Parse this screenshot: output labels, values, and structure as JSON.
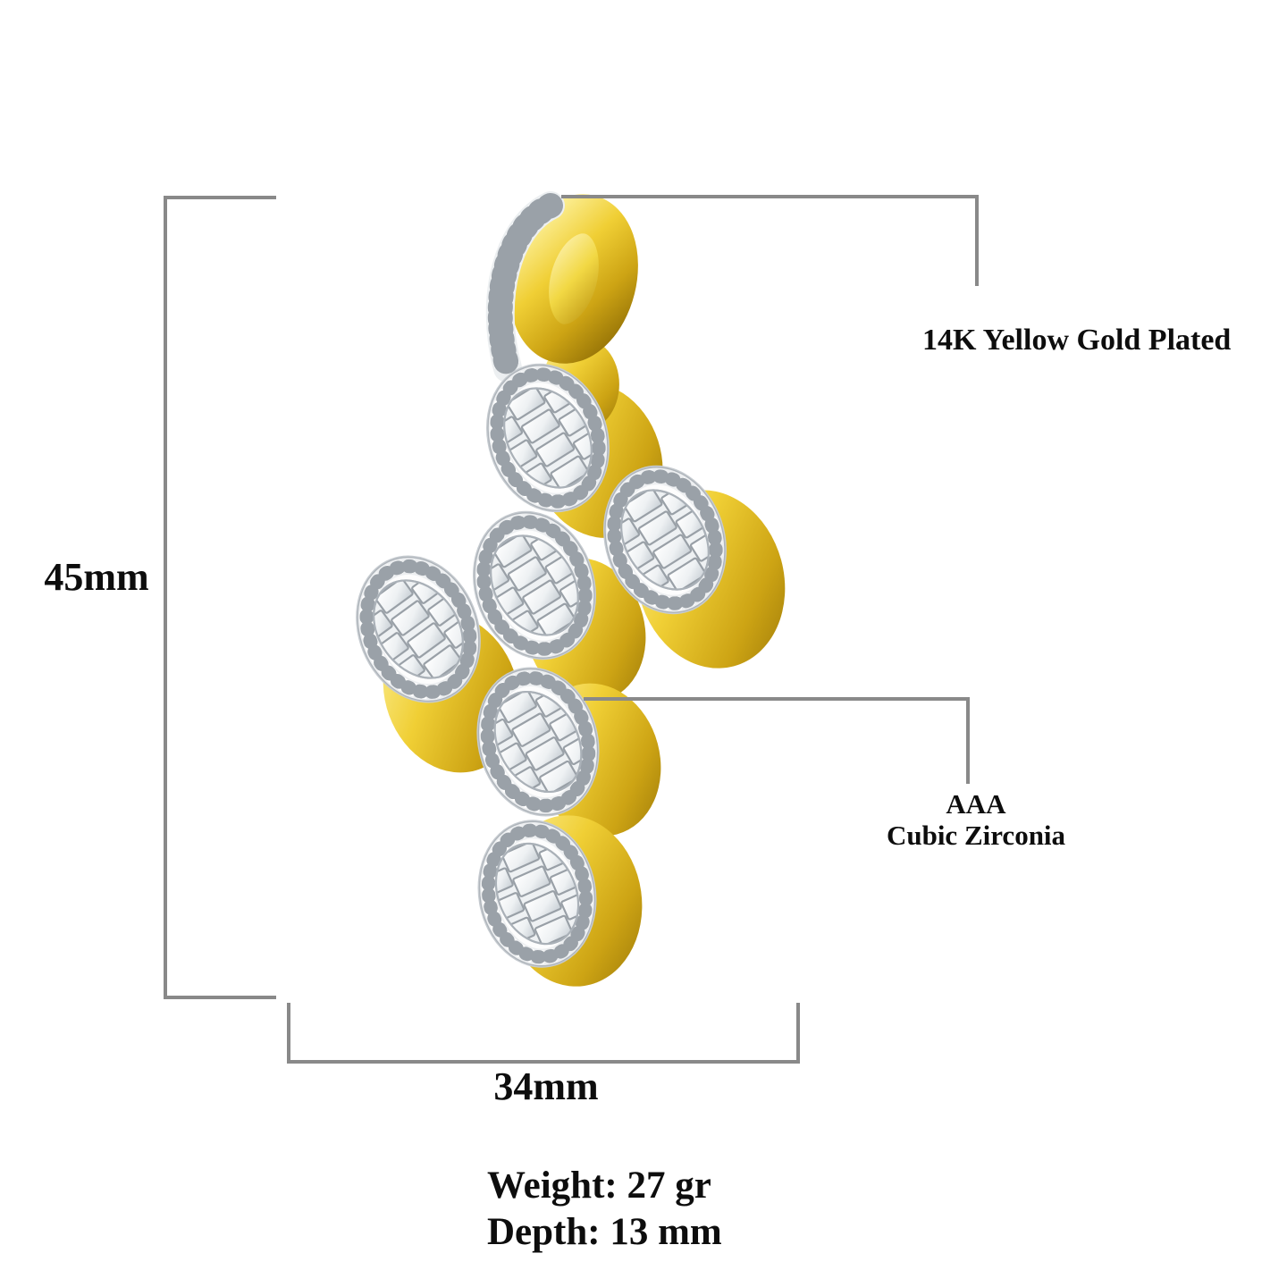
{
  "diagram": {
    "height_label": "45mm",
    "width_label": "34mm",
    "material_label": "14K Yellow Gold Plated",
    "stone_grade_label": "AAA",
    "stone_type_label": "Cubic Zirconia",
    "weight_label": "Weight: 27 gr",
    "depth_label": "Depth: 13 mm"
  },
  "product": {
    "kind": "Cross pendant made of six oval clusters of baguette cubic zirconia stones with round-stone halos and a pave-set gold bail"
  },
  "colors": {
    "background": "#ffffff",
    "dimension_line": "#898989",
    "label_text": "#0d0d0d",
    "gold_light": "#fdf2a0",
    "gold": "#eecb30",
    "gold_dark": "#9a7708",
    "stone_white": "#ffffff",
    "stone_gray": "#ccd2d7",
    "halo_metal": "#9aa1a8"
  }
}
